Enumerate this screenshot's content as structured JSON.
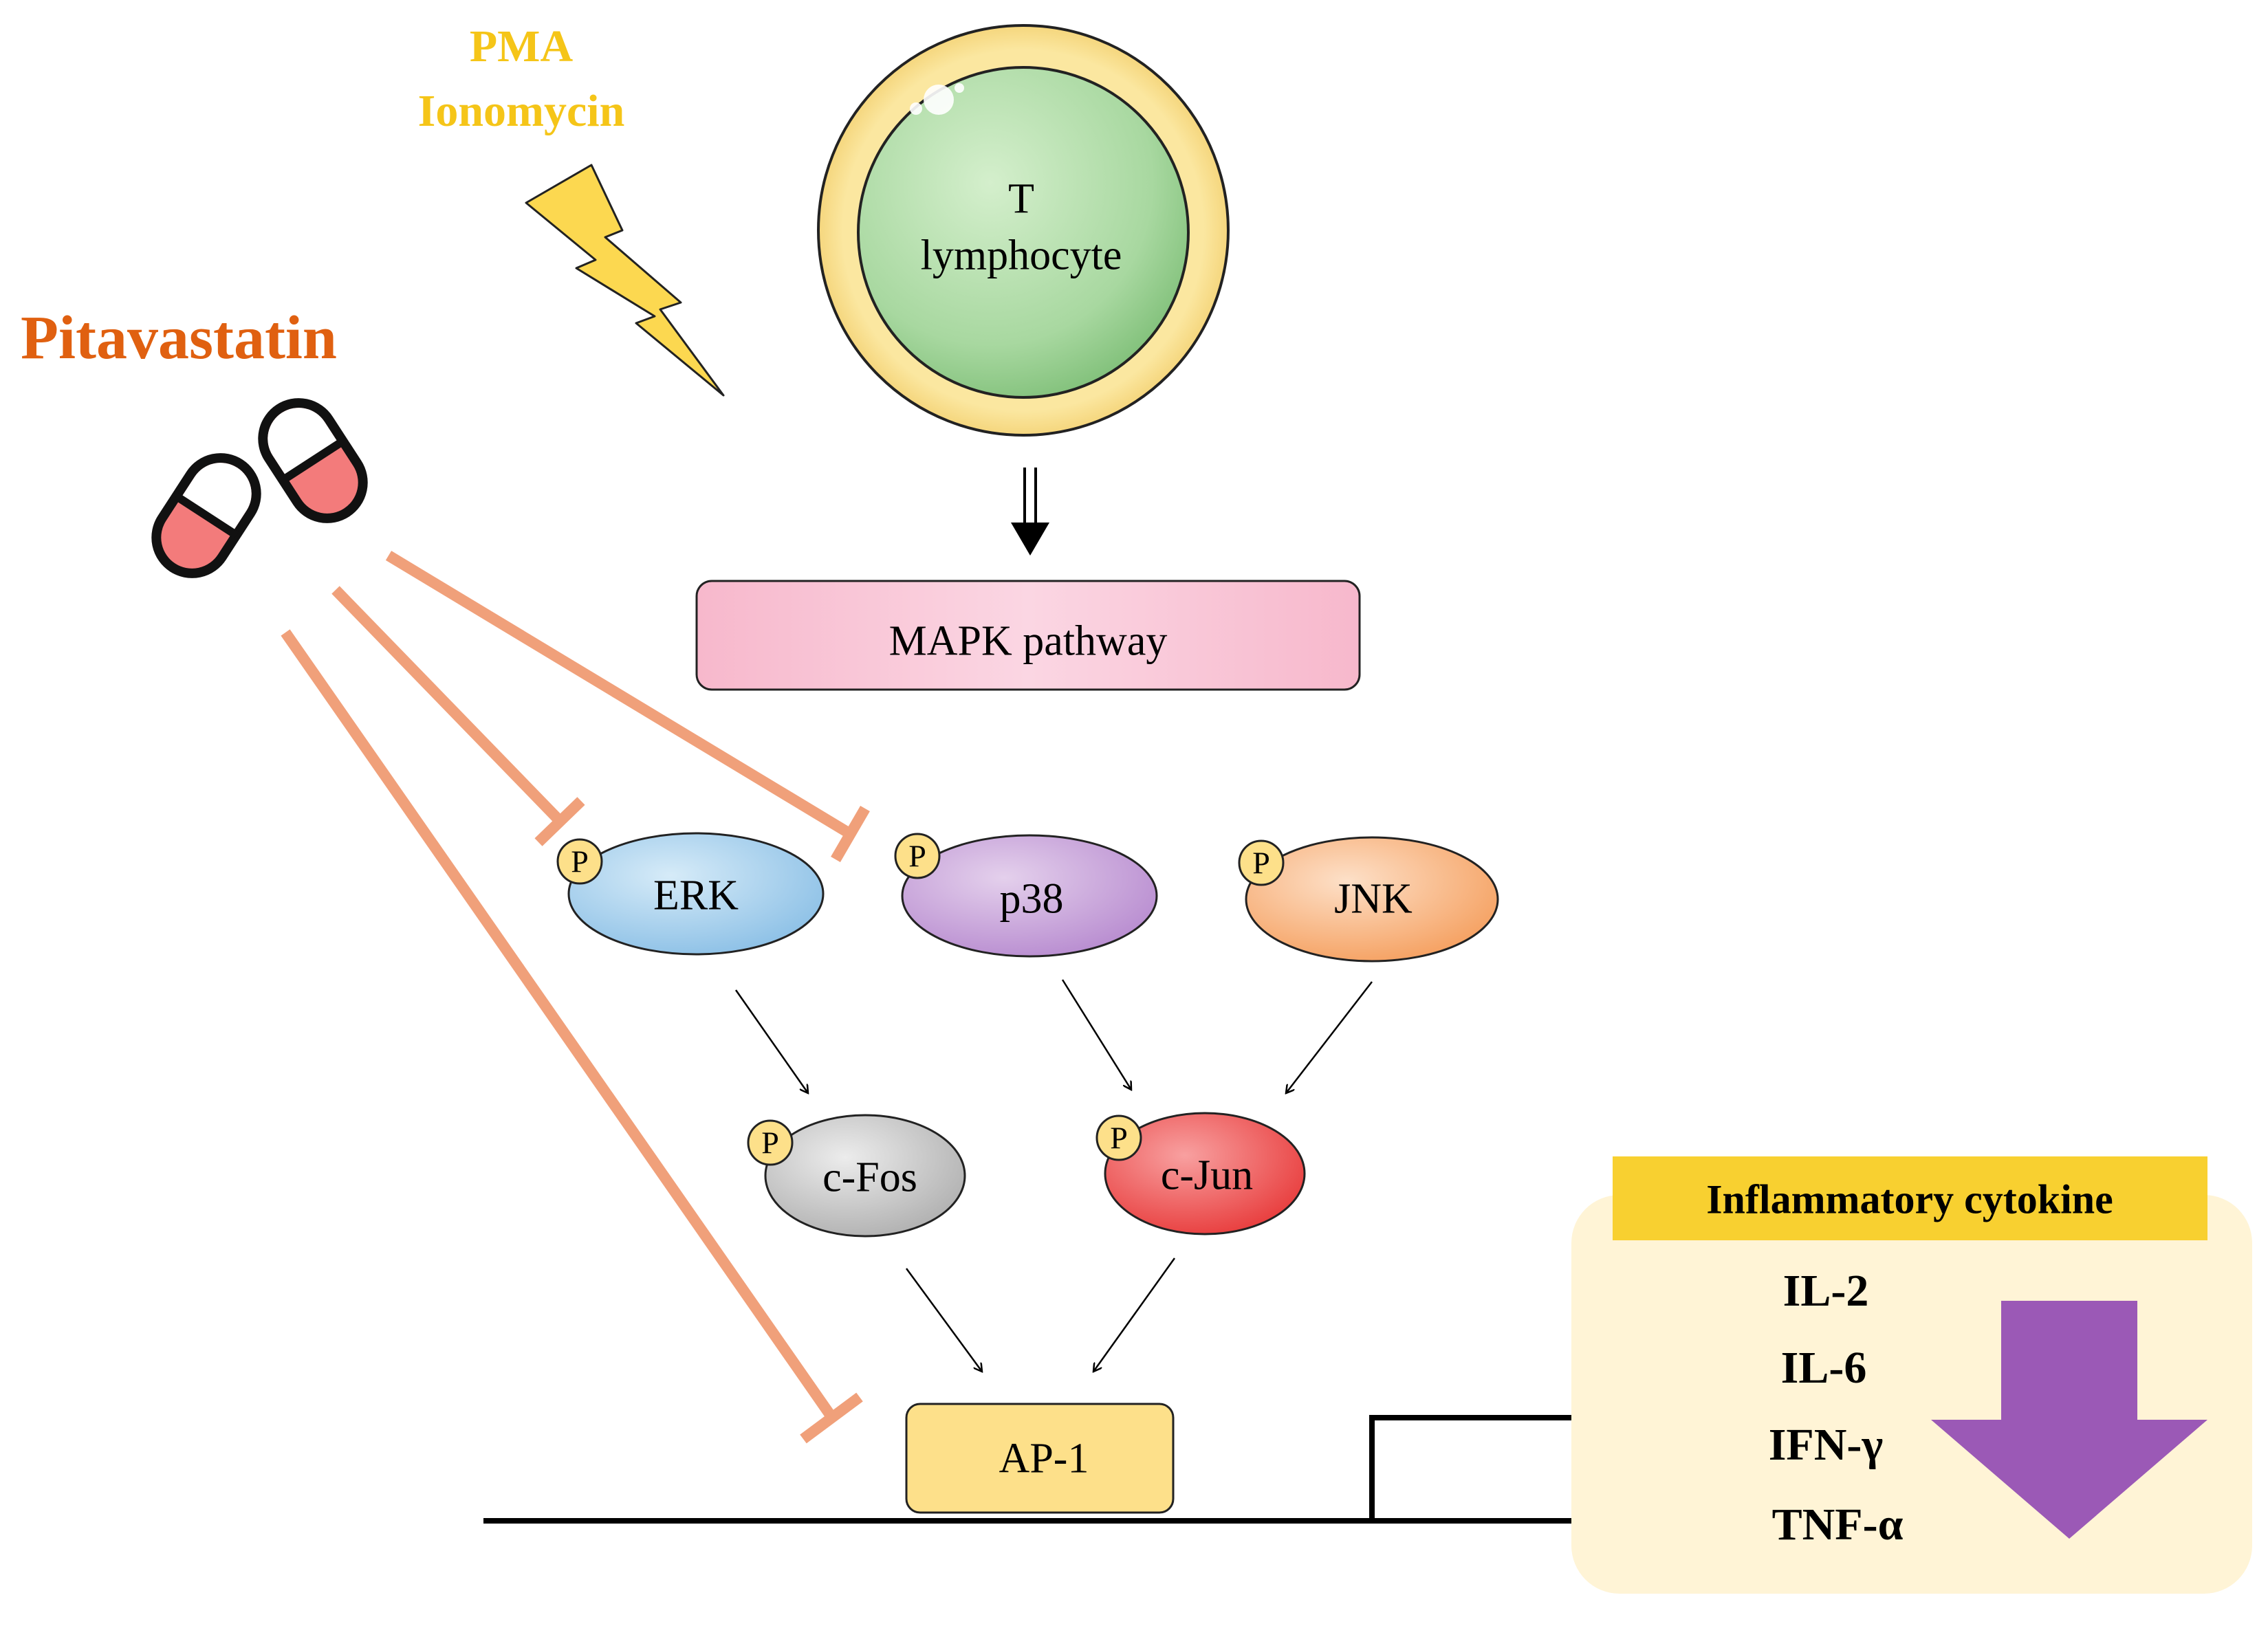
{
  "stimulus": {
    "line1": "PMA",
    "line2": "Ionomycin"
  },
  "drug": {
    "name": "Pitavastatin"
  },
  "cell": {
    "line1": "T",
    "line2": "lymphocyte"
  },
  "pathway": {
    "label": "MAPK pathway"
  },
  "kinases": {
    "erk": "ERK",
    "p38": "p38",
    "jnk": "JNK"
  },
  "transcription_factors": {
    "cfos": "c-Fos",
    "cjun": "c-Jun"
  },
  "complex": {
    "label": "AP-1"
  },
  "phospho_label": "P",
  "cytokines": {
    "title": "Inflammatory cytokine",
    "items": [
      "IL-2",
      "IL-6",
      "IFN-γ",
      "TNF-α"
    ]
  },
  "colors": {
    "stimulus_text": "#f5c518",
    "drug_text": "#e06010",
    "inhibition": "#f0a07a",
    "cell_outer": "#f5d070",
    "cell_inner": "#a8d8a0",
    "pathway_fill": "#f8c8d8",
    "erk_fill": "#a8d0ec",
    "p38_fill": "#c8a8d8",
    "jnk_fill": "#f8b080",
    "cfos_fill": "#c8c8c8",
    "cjun_fill": "#ee5050",
    "ap1_fill": "#fde08a",
    "phospho_fill": "#fde08a",
    "cytokine_title_bg": "#f8d030",
    "cytokine_panel_bg": "#fff4d6",
    "down_arrow": "#9b59b6"
  }
}
